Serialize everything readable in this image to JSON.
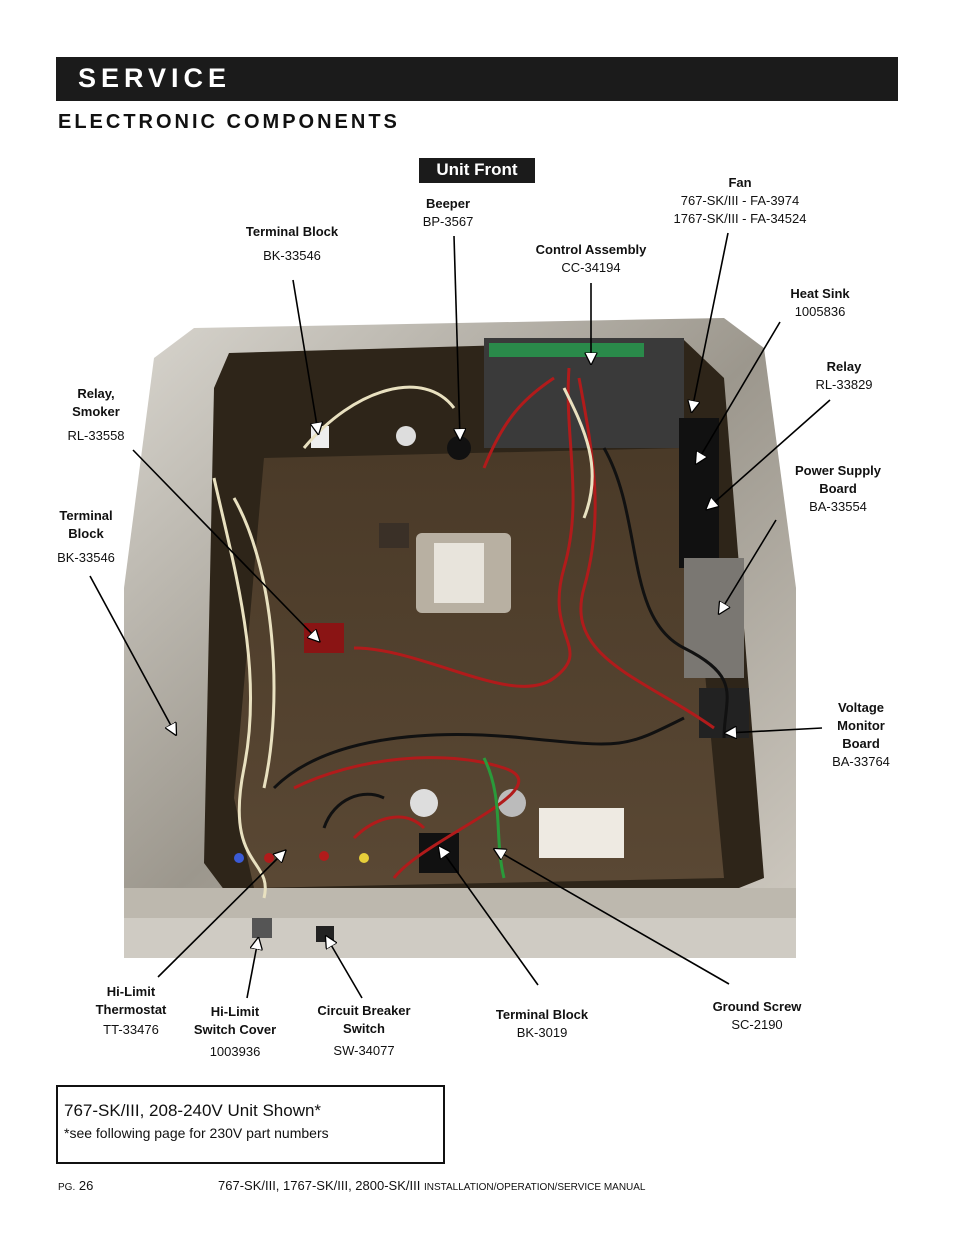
{
  "header": {
    "title": "SERVICE"
  },
  "section": {
    "title": "ELECTRONIC COMPONENTS"
  },
  "diagram": {
    "badge": "Unit Front"
  },
  "callouts": {
    "fan": {
      "name": "Fan",
      "part": "767-SK/III - FA-3974",
      "part2": "1767-SK/III - FA-34524"
    },
    "beeper": {
      "name": "Beeper",
      "part": "BP-3567"
    },
    "terminal_block_top": {
      "name": "Terminal Block",
      "part": "BK-33546"
    },
    "control_assembly": {
      "name": "Control Assembly",
      "part": "CC-34194"
    },
    "heat_sink": {
      "name": "Heat Sink",
      "part": "1005836"
    },
    "relay": {
      "name": "Relay",
      "part": "RL-33829"
    },
    "relay_smoker": {
      "name": "Relay,",
      "name2": "Smoker",
      "part": "RL-33558"
    },
    "power_supply": {
      "name": "Power Supply",
      "name2": "Board",
      "part": "BA-33554"
    },
    "terminal_block_left": {
      "name": "Terminal",
      "name2": "Block",
      "part": "BK-33546"
    },
    "voltage_monitor": {
      "name": "Voltage",
      "name2": "Monitor",
      "name3": "Board",
      "part": "BA-33764"
    },
    "hi_limit_thermostat": {
      "name": "Hi-Limit",
      "name2": "Thermostat",
      "part": "TT-33476"
    },
    "hi_limit_cover": {
      "name": "Hi-Limit",
      "name2": "Switch Cover",
      "part": "1003936"
    },
    "circuit_breaker": {
      "name": "Circuit Breaker",
      "name2": "Switch",
      "part": "SW-34077"
    },
    "terminal_block_bottom": {
      "name": "Terminal Block",
      "part": "BK-3019"
    },
    "ground_screw": {
      "name": "Ground Screw",
      "part": "SC-2190"
    }
  },
  "note": {
    "main": "767-SK/III, 208-240V Unit Shown*",
    "sub": "*see following page for 230V part numbers"
  },
  "footer": {
    "page_prefix": "PG.",
    "page_number": "26",
    "models": "767-SK/III, 1767-SK/III, 2800-SK/III",
    "manual": "INSTALLATION/OPERATION/SERVICE MANUAL"
  }
}
